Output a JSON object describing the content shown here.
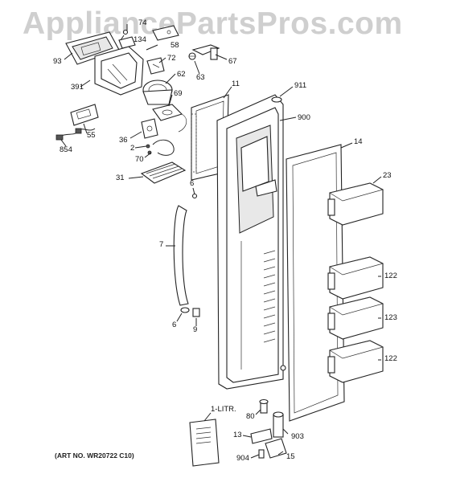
{
  "watermark": "AppliancePartsPros.com",
  "art_number": "(ART NO. WR20722 C10)",
  "callouts": {
    "c74": "74",
    "c134": "134",
    "c58": "58",
    "c93": "93",
    "c72": "72",
    "c67": "67",
    "c63": "63",
    "c62": "62",
    "c391": "391",
    "c11": "11",
    "c911": "911",
    "c69": "69",
    "c900": "900",
    "c55": "55",
    "c36": "36",
    "c854": "854",
    "c2": "2",
    "c70": "70",
    "c14": "14",
    "c31": "31",
    "c23": "23",
    "c6a": "6",
    "c7": "7",
    "c122a": "122",
    "c123": "123",
    "c6b": "6",
    "c9": "9",
    "c122b": "122",
    "c1litr": "1-LITR.",
    "c80": "80",
    "c13": "13",
    "c903": "903",
    "c904": "904",
    "c15": "15"
  }
}
